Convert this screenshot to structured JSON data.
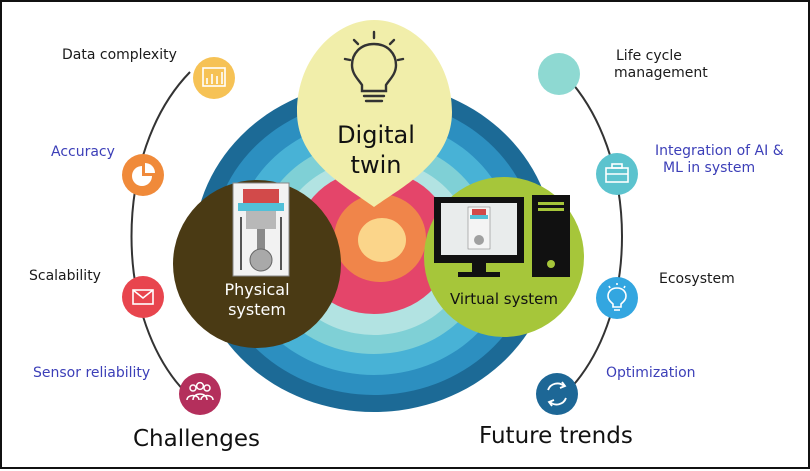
{
  "center": {
    "title_line1": "Digital",
    "title_line2": "twin"
  },
  "physical": {
    "line1": "Physical",
    "line2": "system"
  },
  "virtual": {
    "label": "Virtual system"
  },
  "challenges": {
    "heading": "Challenges",
    "items": [
      {
        "label": "Data complexity",
        "icon": "bar-chart-icon",
        "color": "#f6c255"
      },
      {
        "label": "Accuracy",
        "icon": "pie-chart-icon",
        "color": "#f08a3a"
      },
      {
        "label": "Scalability",
        "icon": "mail-icon",
        "color": "#e8454e"
      },
      {
        "label": "Sensor reliability",
        "icon": "people-icon",
        "color": "#b42f5c"
      }
    ]
  },
  "future": {
    "heading": "Future trends",
    "items": [
      {
        "label_line1": "Life cycle",
        "label_line2": "management",
        "icon": "teal-circle-icon",
        "color": "#8ed9d2"
      },
      {
        "label_line1": "Integration of AI &",
        "label_line2": "ML in system",
        "icon": "briefcase-icon",
        "color": "#5cc3ce"
      },
      {
        "label_line1": "Ecosystem",
        "label_line2": "",
        "icon": "lightbulb-icon",
        "color": "#33a6e0"
      },
      {
        "label_line1": "Optimization",
        "label_line2": "",
        "icon": "cycle-arrows-icon",
        "color": "#1d6796"
      }
    ]
  },
  "colors": {
    "ring_outer": "#1c6a96",
    "ring_2": "#2c8fc0",
    "ring_3": "#48b2d6",
    "ring_4": "#7fd0d6",
    "ring_5": "#b2e3e2",
    "ring_6": "#e4456a",
    "ring_7": "#f0854a",
    "ring_inner": "#fbd58a",
    "digital_twin": "#f1eeaa",
    "physical": "#4a3a14",
    "virtual": "#a6c63a"
  }
}
